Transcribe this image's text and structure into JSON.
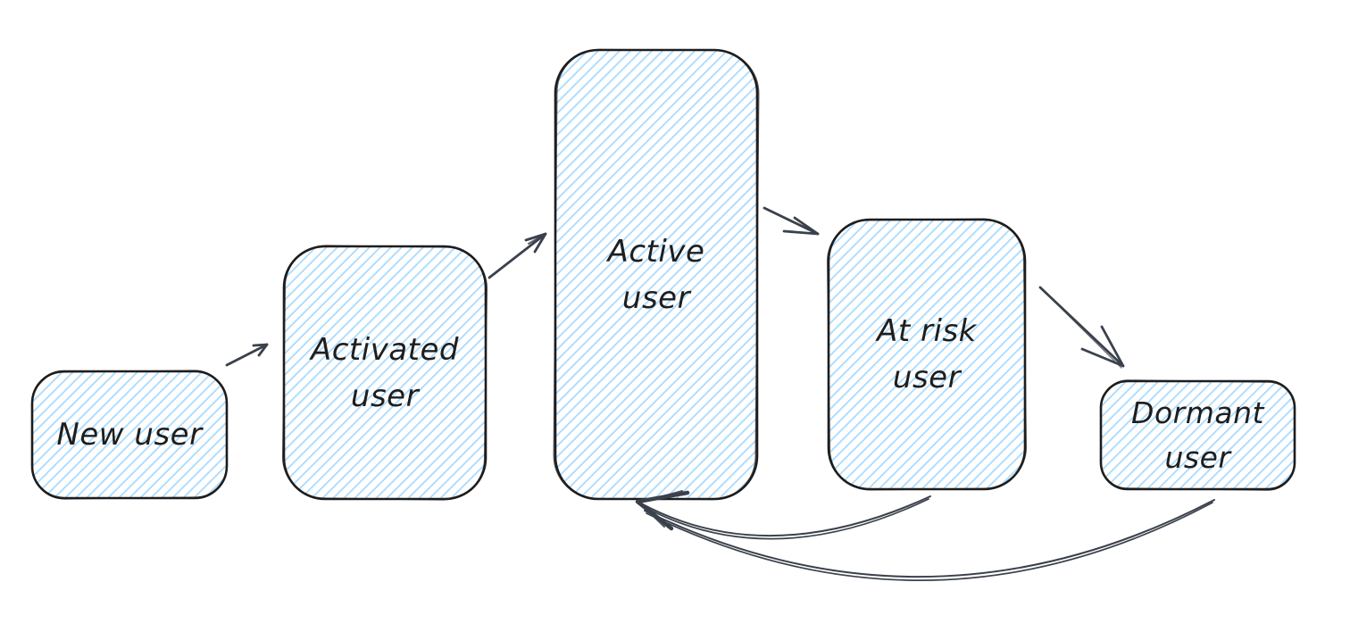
{
  "diagram": {
    "type": "flowchart",
    "nodes": [
      {
        "id": "new-user",
        "label": "New user"
      },
      {
        "id": "activated-user",
        "label": "Activated\nuser"
      },
      {
        "id": "active-user",
        "label": "Active\nuser"
      },
      {
        "id": "at-risk-user",
        "label": "At risk\nuser"
      },
      {
        "id": "dormant-user",
        "label": "Dormant\nuser"
      }
    ],
    "edges": [
      {
        "from": "new-user",
        "to": "activated-user",
        "style": "straight-arrow"
      },
      {
        "from": "activated-user",
        "to": "active-user",
        "style": "straight-arrow"
      },
      {
        "from": "active-user",
        "to": "at-risk-user",
        "style": "straight-arrow"
      },
      {
        "from": "at-risk-user",
        "to": "dormant-user",
        "style": "straight-arrow"
      },
      {
        "from": "at-risk-user",
        "to": "active-user",
        "style": "curved-return-arrow"
      },
      {
        "from": "dormant-user",
        "to": "active-user",
        "style": "curved-return-arrow"
      }
    ],
    "colors": {
      "node_stroke": "#1e1e1e",
      "node_fill_hachure": "#a5d8ff",
      "arrow_stroke": "#3b414c",
      "text": "#1e1e1e",
      "background": "#ffffff"
    }
  }
}
